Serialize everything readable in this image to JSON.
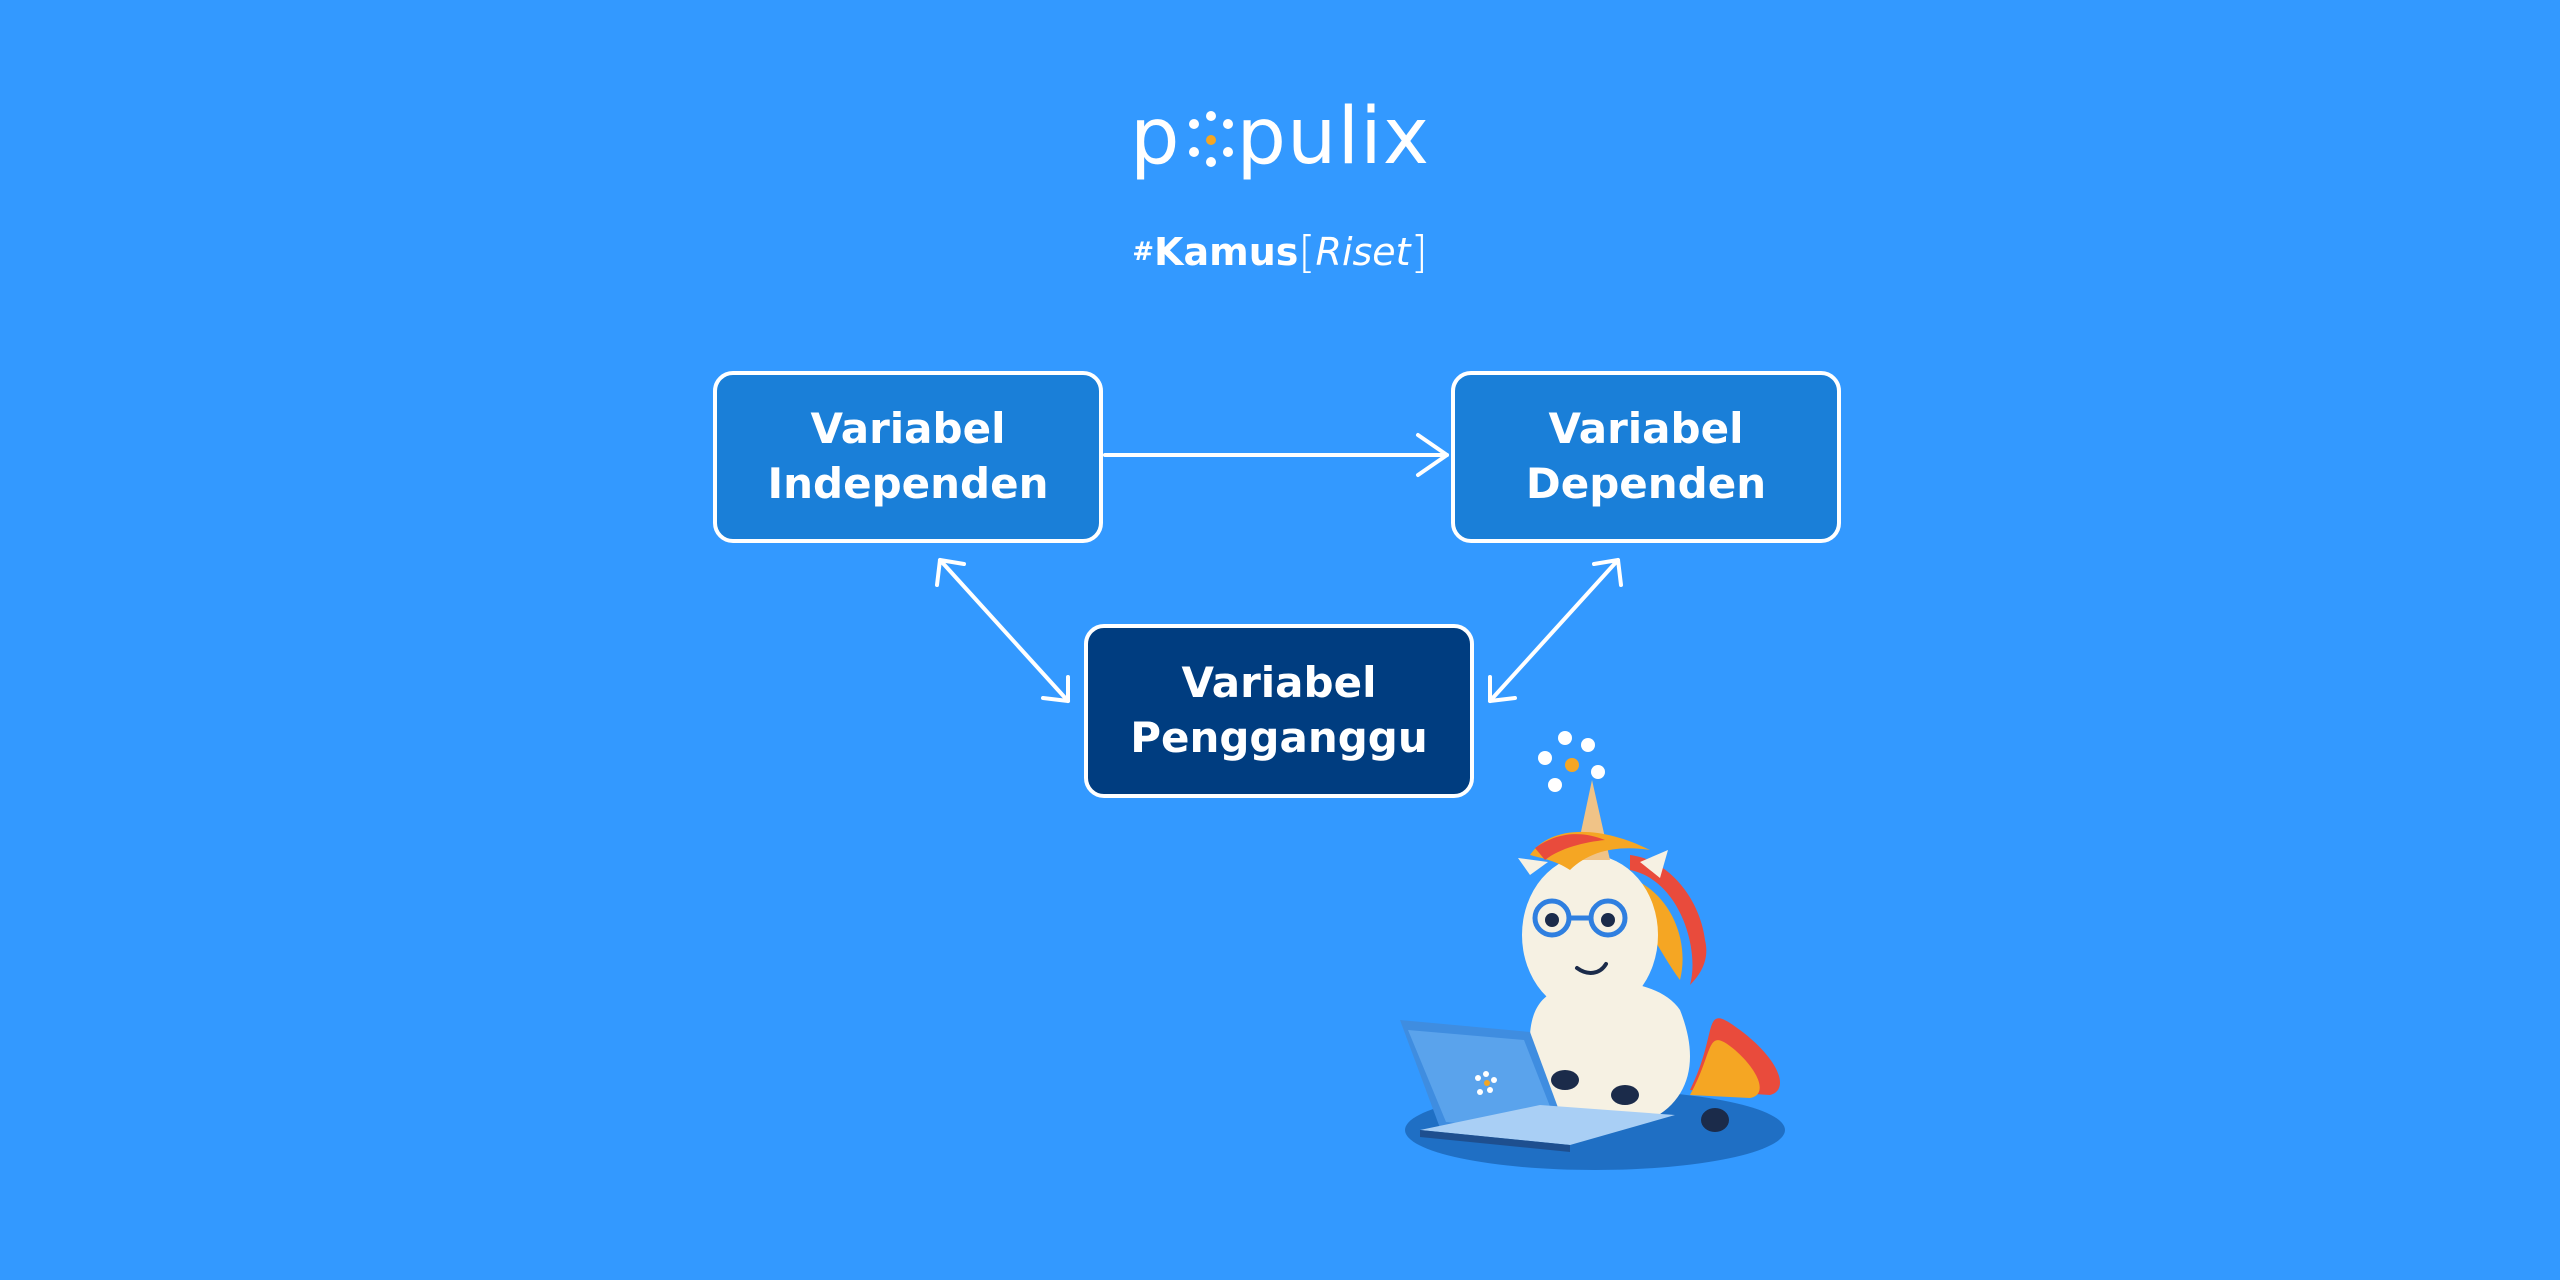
{
  "brand": {
    "logo_prefix": "p",
    "logo_suffix": "pulix",
    "logo_dot_color": "#f5a623"
  },
  "tagline": {
    "hash": "#",
    "keyword": "Kamus",
    "open_bracket": "[",
    "term": "Riset",
    "close_bracket": "]"
  },
  "diagram": {
    "independent": {
      "line1": "Variabel",
      "line2": "Independen"
    },
    "dependent": {
      "line1": "Variabel",
      "line2": "Dependen"
    },
    "confounding": {
      "line1": "Variabel",
      "line2": "Pengganggu"
    },
    "edges": [
      {
        "from": "independent",
        "to": "dependent",
        "direction": "forward"
      },
      {
        "from": "independent",
        "to": "confounding",
        "direction": "both"
      },
      {
        "from": "dependent",
        "to": "confounding",
        "direction": "both"
      }
    ]
  },
  "colors": {
    "background": "#3399ff",
    "box_light": "#1a7fd8",
    "box_dark": "#003d80",
    "stroke": "#ffffff"
  },
  "illustration": {
    "subject": "unicorn-with-laptop"
  }
}
